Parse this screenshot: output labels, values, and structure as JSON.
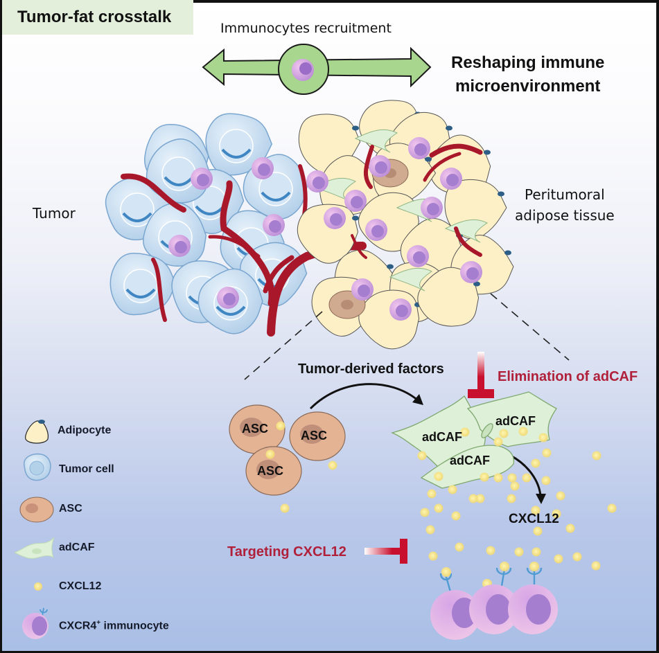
{
  "title": "Tumor-fat crosstalk",
  "top": {
    "recruitment_label": "Immunocytes recruitment",
    "outcome_line1": "Reshaping immune",
    "outcome_line2": "microenvironment"
  },
  "regions": {
    "tumor_label": "Tumor",
    "adipose_label_line1": "Peritumoral",
    "adipose_label_line2": "adipose tissue"
  },
  "mechanism": {
    "tumor_factors_label": "Tumor-derived factors",
    "elimination_label": "Elimination  of adCAF",
    "targeting_label": "Targeting CXCL12",
    "asc_labels": [
      "ASC",
      "ASC",
      "ASC"
    ],
    "adcaf_labels": [
      "adCAF",
      "adCAF",
      "adCAF"
    ],
    "cxcl12_label": "CXCL12"
  },
  "legend": {
    "items": [
      {
        "icon": "adipocyte-icon",
        "label": "Adipocyte"
      },
      {
        "icon": "tumor-cell-icon",
        "label": "Tumor cell"
      },
      {
        "icon": "asc-icon",
        "label": "ASC"
      },
      {
        "icon": "adcaf-icon",
        "label": "adCAF"
      },
      {
        "icon": "cxcl12-icon",
        "label": "CXCL12"
      },
      {
        "icon": "immunocyte-icon",
        "label_main": "CXCR4",
        "label_sup": "+",
        "label_rest": " immunocyte"
      }
    ]
  },
  "colors": {
    "inhibition_red": "#c8102e",
    "label_red": "#b0203a",
    "arrow_green": "#a8d68f",
    "tumor_blue": "#c9dff2",
    "adipocyte_yellow": "#fdf0c6",
    "asc_tan": "#e3b394",
    "adcaf_green": "#def0d8",
    "cxcl12_yellow": "#f7e58a",
    "immunocyte_purple": "#c79ad8",
    "vessel_red": "#a8182a"
  }
}
